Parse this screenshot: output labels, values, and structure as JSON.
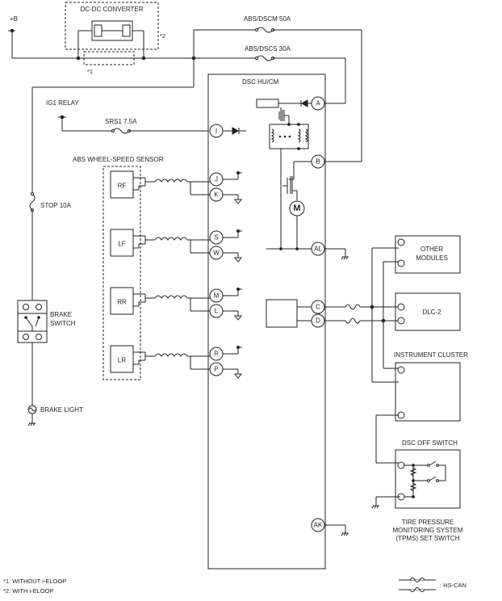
{
  "supply": {
    "b_plus": "+B"
  },
  "dcdc": {
    "title": "DC-DC CONVERTER",
    "note1": "*1",
    "note2": "*2"
  },
  "fuses": {
    "abs_dscm": "ABS/DSCM 50A",
    "abs_dscs": "ABS/DSCS 30A",
    "srs1": "SRS1 7.5A",
    "stop": "STOP 10A"
  },
  "ig1_relay": "IG1 RELAY",
  "dsc_unit": "DSC HU/CM",
  "wheel_sensor": {
    "title": "ABS WHEEL-SPEED SENSOR",
    "sensors": [
      "RF",
      "LF",
      "RR",
      "LR"
    ]
  },
  "terminals": {
    "A": "A",
    "I": "I",
    "B": "B",
    "J": "J",
    "K": "K",
    "S": "S",
    "W": "W",
    "AL": "AL",
    "M": "M",
    "L": "L",
    "C": "C",
    "D": "D",
    "R": "R",
    "P": "P",
    "AK": "AK"
  },
  "motor": "M",
  "brake_switch": {
    "line1": "BRAKE",
    "line2": "SWITCH"
  },
  "brake_light": "BRAKE LIGHT",
  "modules": {
    "other_line1": "OTHER",
    "other_line2": "MODULES",
    "dlc2": "DLC-2",
    "instrument_cluster": "INSTRUMENT CLUSTER",
    "dsc_off_switch": "DSC OFF SWITCH",
    "tpms_line1": "TIRE PRESSURE",
    "tpms_line2": "MONITORING SYSTEM",
    "tpms_line3": "(TPMS) SET SWITCH"
  },
  "footnotes": {
    "note1": "*1: WITHOUT i-ELOOP",
    "note2": "*2: WITH i-ELOOP"
  },
  "legend": {
    "hs_can": ": HS-CAN"
  }
}
